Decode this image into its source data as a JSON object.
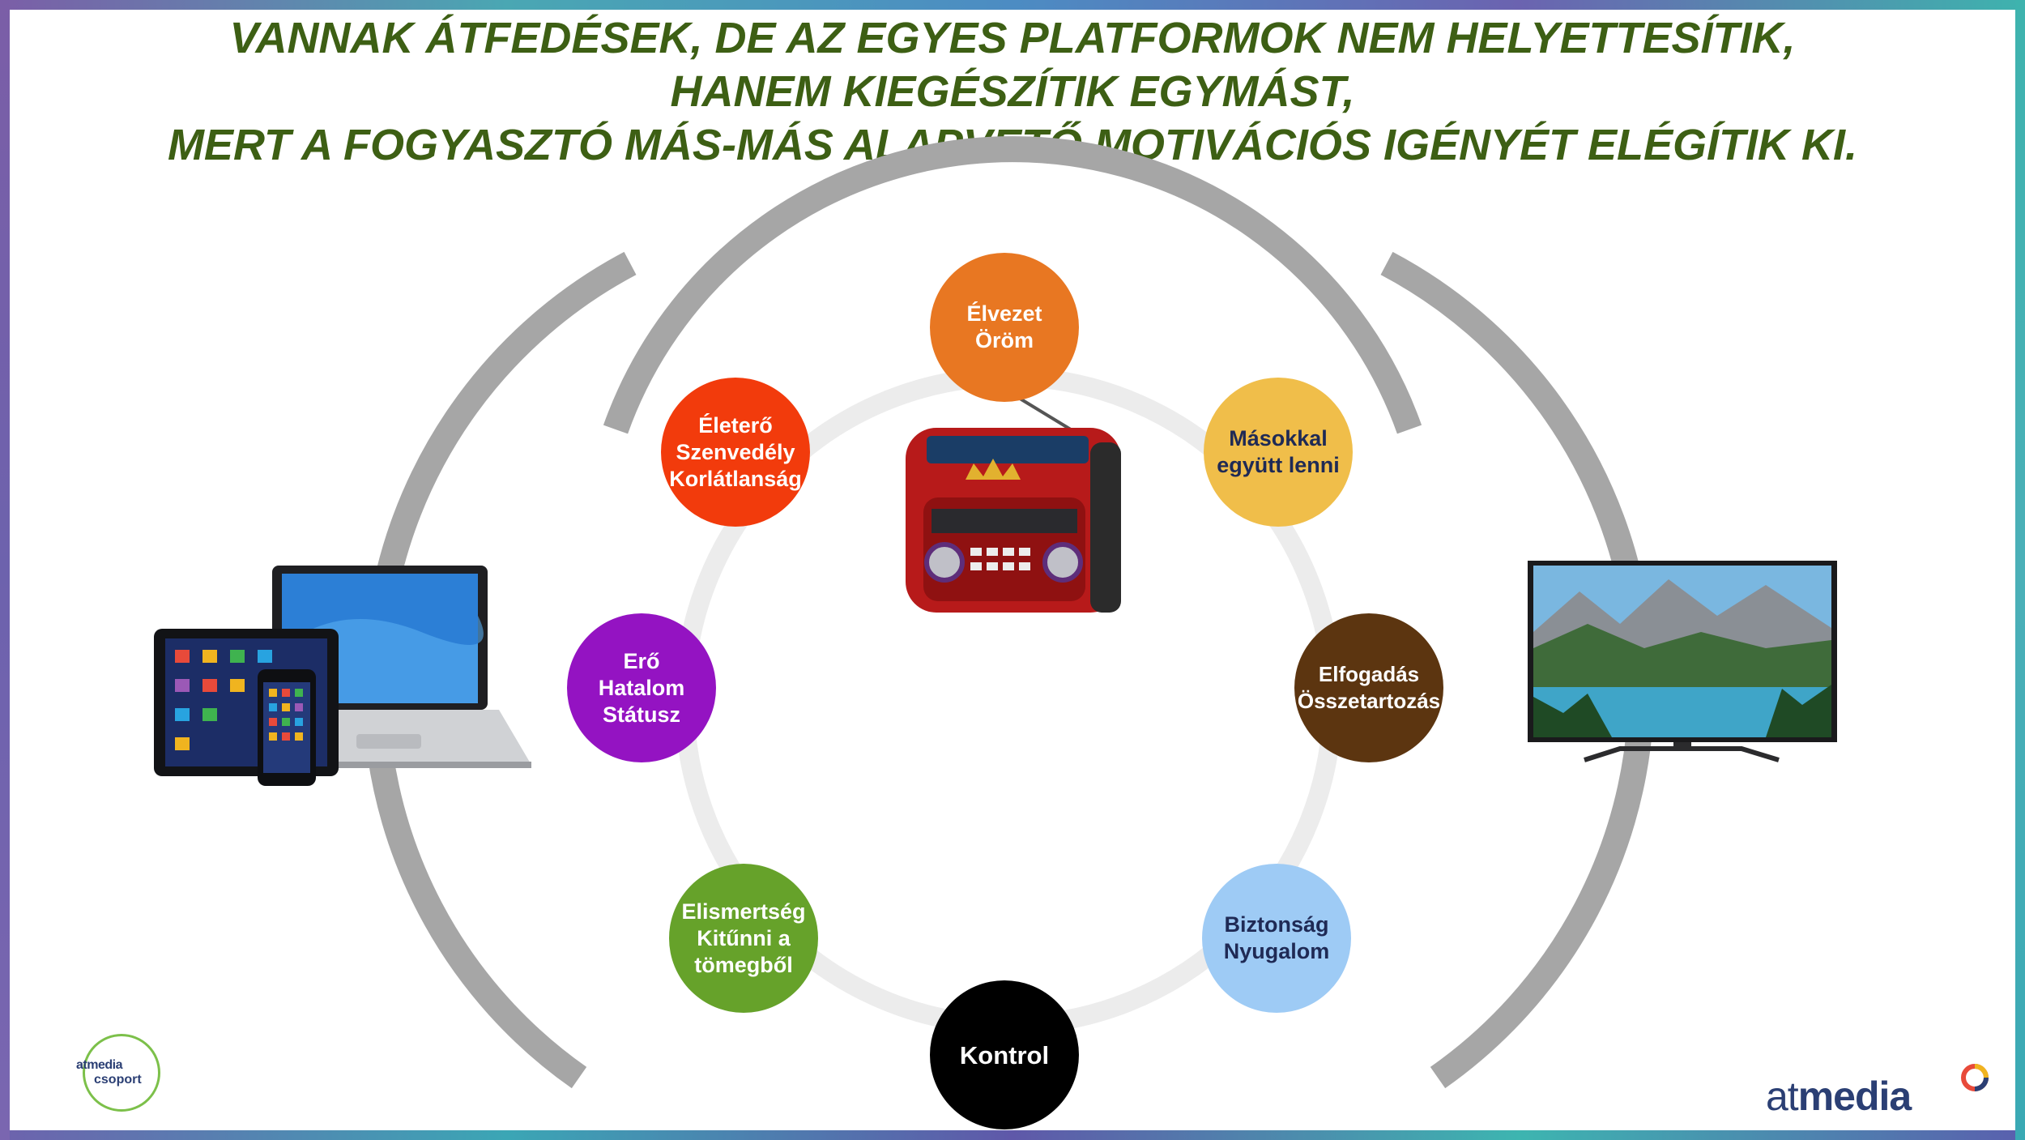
{
  "title": {
    "line1": "VANNAK ÁTFEDÉSEK, DE AZ EGYES PLATFORMOK NEM HELYETTESÍTIK,",
    "line2": "HANEM KIEGÉSZÍTIK EGYMÁST,",
    "line3": "MERT A FOGYASZTÓ MÁS-MÁS ALAPVETŐ MOTIVÁCIÓS IGÉNYÉT ELÉGÍTIK KI."
  },
  "colors": {
    "title": "#3d5f14",
    "outer_ring": "#a6a6a6",
    "inner_ring": "#ececec"
  },
  "motivations": [
    {
      "id": "elvezet",
      "lines": [
        "Élvezet",
        "Öröm"
      ],
      "color": "#e87722",
      "text_color": "#ffffff"
    },
    {
      "id": "masokkal",
      "lines": [
        "Másokkal",
        "együtt lenni"
      ],
      "color": "#f0be4a",
      "text_color": "#1f2a55"
    },
    {
      "id": "elfogadas",
      "lines": [
        "Elfogadás",
        "Összetartozás"
      ],
      "color": "#5c3510",
      "text_color": "#ffffff"
    },
    {
      "id": "biztonsag",
      "lines": [
        "Biztonság",
        "Nyugalom"
      ],
      "color": "#9ecbf5",
      "text_color": "#1f2a55"
    },
    {
      "id": "kontrol",
      "lines": [
        "Kontrol"
      ],
      "color": "#000000",
      "text_color": "#ffffff"
    },
    {
      "id": "elismertseg",
      "lines": [
        "Elismertség",
        "Kitűnni a",
        "tömegből"
      ],
      "color": "#66a22a",
      "text_color": "#ffffff"
    },
    {
      "id": "ero",
      "lines": [
        "Erő",
        "Hatalom",
        "Státusz"
      ],
      "color": "#9413c2",
      "text_color": "#ffffff"
    },
    {
      "id": "eletero",
      "lines": [
        "Életerő",
        "Szenvedély",
        "Korlátlanság"
      ],
      "color": "#f23b0c",
      "text_color": "#ffffff"
    }
  ],
  "devices": {
    "left": "tablet-laptop-phone-image",
    "center": "radio-image",
    "right": "tv-image"
  },
  "logos": {
    "left_line1": "atmedia",
    "left_line2": "csoport",
    "right_part1": "at",
    "right_part2": "media"
  }
}
